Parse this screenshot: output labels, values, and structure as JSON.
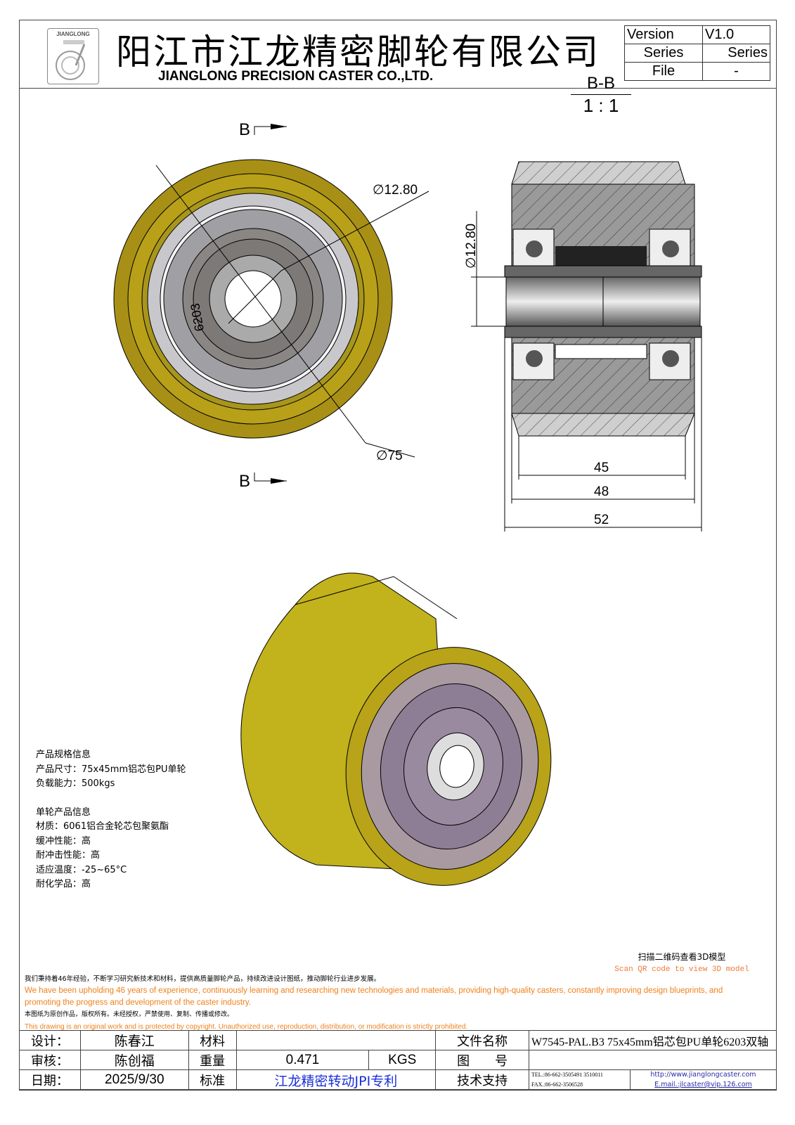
{
  "header": {
    "logo_text": "JIANGLONG",
    "company_cn": "阳江市江龙精密脚轮有限公司",
    "company_en": "JIANGLONG PRECISION CASTER CO.,LTD."
  },
  "version_table": [
    [
      "Version",
      "V1.0"
    ],
    [
      "Series",
      "Series"
    ],
    [
      "File",
      "-"
    ]
  ],
  "section": {
    "label": "B-B",
    "scale": "1 : 1",
    "cut_label": "B"
  },
  "dimensions": {
    "bore": "∅12.80",
    "outer": "∅75",
    "bore_section": "∅12.80",
    "w45": "45",
    "w48": "48",
    "w52": "52",
    "bearing": "6203"
  },
  "spec": [
    "产品规格信息",
    "产品尺寸：75x45mm铝芯包PU单轮",
    "负载能力：500kgs",
    "",
    "单轮产品信息",
    "材质：6061铝合金轮芯包聚氨酯",
    "缓冲性能：高",
    "耐冲击性能：高",
    "适应温度：-25~65°C",
    "耐化学品：高"
  ],
  "qr": {
    "cn": "扫描二维码查看3D模型",
    "en": "Scan QR code to view 3D model"
  },
  "notes": {
    "cn1": "我们秉持着46年经验，不断学习研究新技术和材料，提供高质量脚轮产品，持续改进设计图纸，推动脚轮行业进步发展。",
    "en1": "We have been upholding 46 years of experience, continuously learning and researching new technologies and materials, providing high-quality casters, constantly improving design blueprints, and promoting the progress and development of the caster industry.",
    "cn2": "本图纸为原创作品，版权所有。未经授权，严禁使用、复制、传播或修改。",
    "en2": "This drawing is an original work and is protected by copyright. Unauthorized use, reproduction, distribution, or modification is strictly prohibited."
  },
  "title_block": {
    "design_label": "设计：",
    "design": "陈春江",
    "material_label": "材料",
    "material": "",
    "filename_label": "文件名称",
    "filename": "W7545-PAL.B3 75x45mm铝芯包PU单轮6203双轴",
    "review_label": "审核：",
    "review": "陈创福",
    "weight_label": "重量",
    "weight": "0.471",
    "weight_unit": "KGS",
    "drawing_no_label": "图　　号",
    "drawing_no": "",
    "date_label": "日期：",
    "date": "2025/9/30",
    "standard_label": "标准",
    "standard": "江龙精密转动JPI专利",
    "support_label": "技术支持",
    "tel": "TEL.:86-662-3505491 3510011",
    "fax": "FAX.:86-662-3506528",
    "website": "http://www.jianglongcaster.com",
    "email": "E.mail.:jlcaster@vip.126.com"
  },
  "colors": {
    "pu": "#b8a019",
    "pu_light": "#d8c820",
    "core": "#8a8a8a",
    "accent_orange": "#f0801a",
    "blue": "#1a2fd8"
  }
}
